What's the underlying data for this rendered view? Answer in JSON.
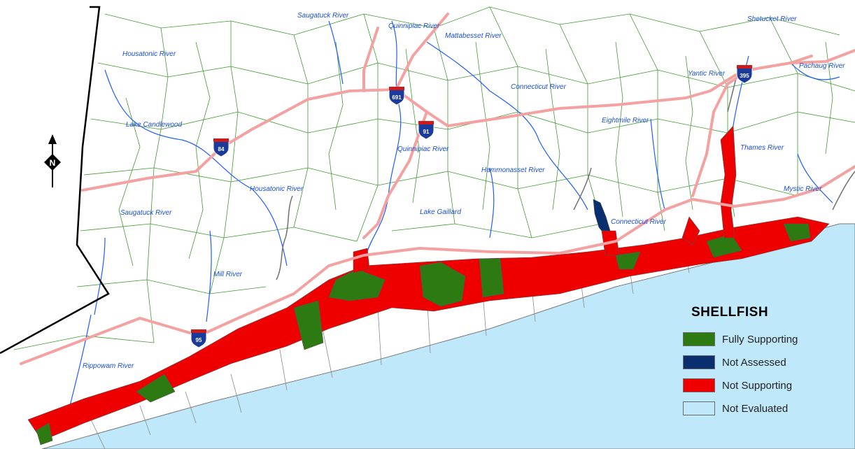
{
  "legend": {
    "title": "SHELLFISH",
    "items": [
      {
        "label": "Fully Supporting",
        "color": "#2e7a12"
      },
      {
        "label": "Not Assessed",
        "color": "#0a2f6e"
      },
      {
        "label": "Not Supporting",
        "color": "#ee0000"
      },
      {
        "label": "Not Evaluated",
        "color": "#bfe8fb"
      }
    ]
  },
  "north_arrow": {
    "letter": "N"
  },
  "highways": [
    {
      "id": "84",
      "label": "84"
    },
    {
      "id": "691",
      "label": "691"
    },
    {
      "id": "91",
      "label": "91"
    },
    {
      "id": "395",
      "label": "395"
    },
    {
      "id": "95",
      "label": "95"
    }
  ],
  "rivers": [
    "Saugatuck River",
    "Quinnipiac River",
    "Mattabesset River",
    "Shetucket River",
    "Housatonic River",
    "Connecticut River",
    "Yantic River",
    "Pachaug River",
    "Lake Candlewood",
    "Eightmile River",
    "Quinnipiac River",
    "Thames River",
    "Hammonasset River",
    "Housatonic River",
    "Saugatuck River",
    "Lake Gaillard",
    "Connecticut River",
    "Mystic River",
    "Mill River",
    "Rippowam River"
  ],
  "colors": {
    "town_lines": "#3c9c2c",
    "rivers": "#1f5cff",
    "highways": "#f3a1a1",
    "state_border": "#000000",
    "shoreline": "#707070"
  }
}
